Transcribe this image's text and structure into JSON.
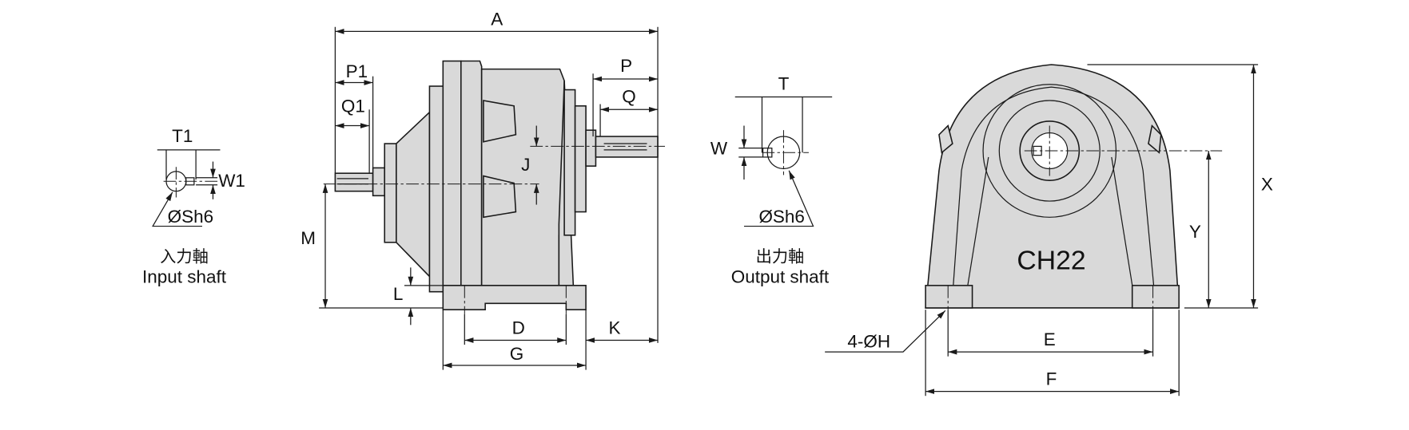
{
  "side_view": {
    "dims": {
      "A": "A",
      "P1": "P1",
      "Q1": "Q1",
      "P": "P",
      "Q": "Q",
      "J": "J",
      "M": "M",
      "L": "L",
      "D": "D",
      "G": "G",
      "K": "K"
    }
  },
  "input_shaft": {
    "T1": "T1",
    "W1": "W1",
    "diameter": "ØSh6",
    "label_jp": "入力軸",
    "label_en": "Input shaft"
  },
  "output_shaft": {
    "T": "T",
    "W": "W",
    "diameter": "ØSh6",
    "label_jp": "出力軸",
    "label_en": "Output shaft"
  },
  "front_view": {
    "model": "CH22",
    "X": "X",
    "Y": "Y",
    "E": "E",
    "F": "F",
    "holes": "4-ØH"
  },
  "colors": {
    "body": "#d9d9d9",
    "line": "#1a1a1a"
  }
}
